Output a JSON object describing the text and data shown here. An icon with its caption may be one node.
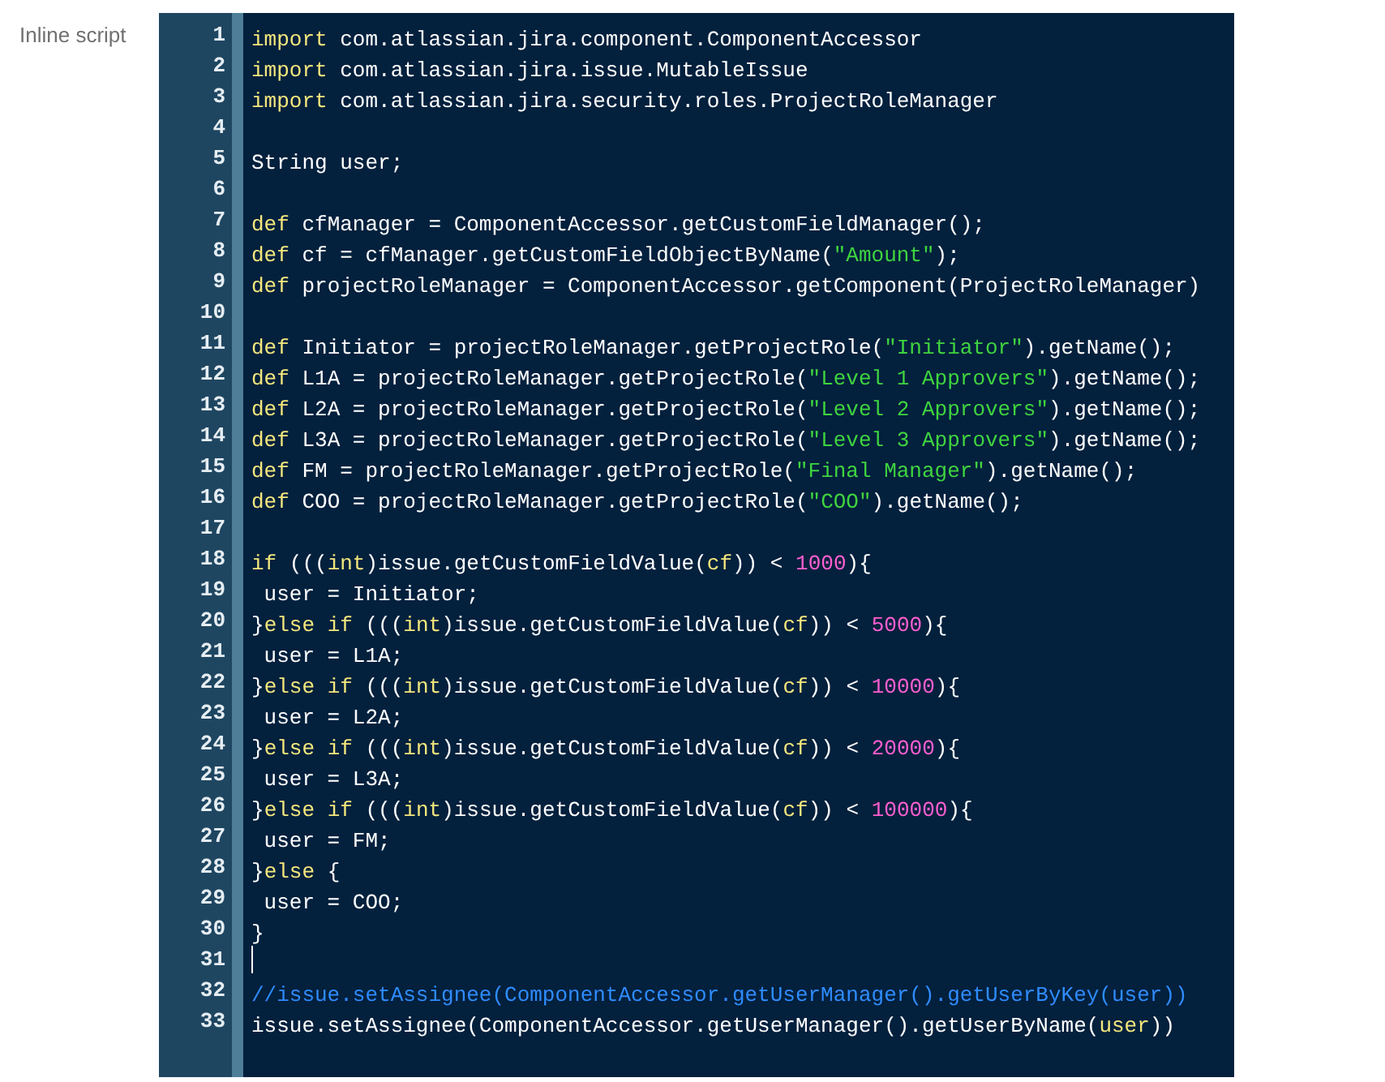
{
  "diagram": {
    "labels": [
      "Inline script",
      "1",
      "2",
      "3",
      "4",
      "5",
      "6",
      "7",
      "8",
      "9",
      "10",
      "11",
      "12",
      "13",
      "14",
      "15",
      "16",
      "17",
      "18",
      "19",
      "20",
      "21",
      "22",
      "23",
      "24",
      "25",
      "26",
      "27",
      "28",
      "29",
      "30",
      "31",
      "32",
      "33",
      "import com.atlassian.jira.component.ComponentAccessor",
      "import com.atlassian.jira.issue.MutableIssue",
      "import com.atlassian.jira.security.roles.ProjectRoleManager",
      "String user;",
      "def cfManager = ComponentAccessor.getCustomFieldManager();",
      "def cf = cfManager.getCustomFieldObjectByName(\"Amount\");",
      "def projectRoleManager = ComponentAccessor.getComponent(ProjectRoleManager)",
      "def Initiator = projectRoleManager.getProjectRole(\"Initiator\").getName();",
      "def L1A = projectRoleManager.getProjectRole(\"Level 1 Approvers\").getName();",
      "def L2A = projectRoleManager.getProjectRole(\"Level 2 Approvers\").getName();",
      "def L3A = projectRoleManager.getProjectRole(\"Level 3 Approvers\").getName();",
      "def FM = projectRoleManager.getProjectRole(\"Final Manager\").getName();",
      "def COO = projectRoleManager.getProjectRole(\"COO\").getName();",
      "if (((int)issue.getCustomFieldValue(cf)) < 1000){",
      " user = Initiator;",
      "}else if (((int)issue.getCustomFieldValue(cf)) < 5000){",
      " user = L1A;",
      "}else if (((int)issue.getCustomFieldValue(cf)) < 10000){",
      " user = L2A;",
      "}else if (((int)issue.getCustomFieldValue(cf)) < 20000){",
      " user = L3A;",
      "}else if (((int)issue.getCustomFieldValue(cf)) < 100000){",
      " user = FM;",
      "}else {",
      " user = COO;",
      "}",
      "//issue.setAssignee(ComponentAccessor.getUserManager().getUserByKey(user))",
      "issue.setAssignee(ComponentAccessor.getUserManager().getUserByName(user))"
    ]
  }
}
